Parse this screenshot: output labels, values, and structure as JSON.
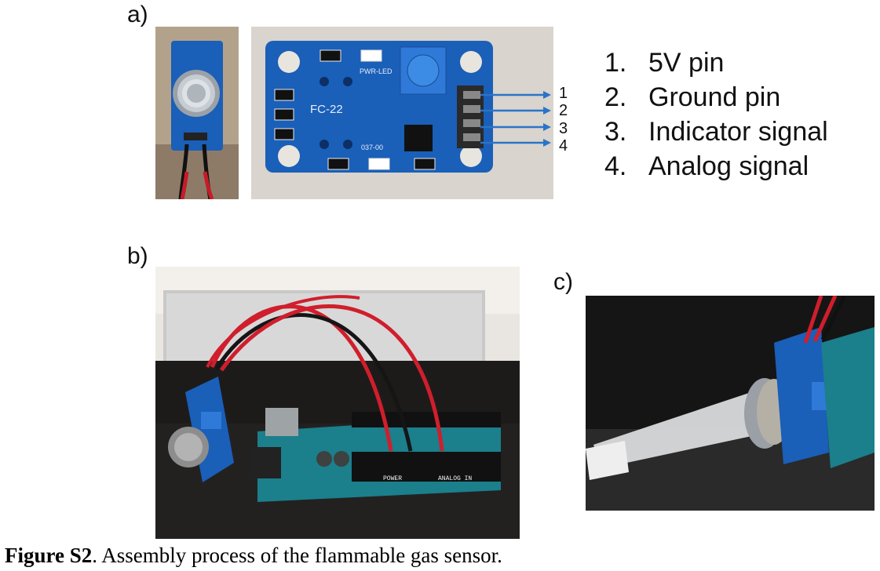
{
  "panels": {
    "a": "a)",
    "b": "b)",
    "c": "c)"
  },
  "board": {
    "silk_label": "FC-22",
    "pwr_led": "PWR-LED",
    "chip_code": "037-00"
  },
  "pin_numbers": [
    "1",
    "2",
    "3",
    "4"
  ],
  "legend": [
    {
      "num": "1.",
      "text": "5V pin"
    },
    {
      "num": "2.",
      "text": "Ground pin"
    },
    {
      "num": "3.",
      "text": "Indicator signal"
    },
    {
      "num": "4.",
      "text": "Analog signal"
    }
  ],
  "arduino": {
    "power": "POWER",
    "analog": "ANALOG IN"
  },
  "caption": {
    "label": "Figure S2",
    "text": ". Assembly process of the flammable gas sensor."
  },
  "colors": {
    "board_blue": "#1a5fb8",
    "arrow_blue": "#2a74c8",
    "wire_red": "#d01e2c",
    "arduino_teal": "#1b7f8c"
  }
}
